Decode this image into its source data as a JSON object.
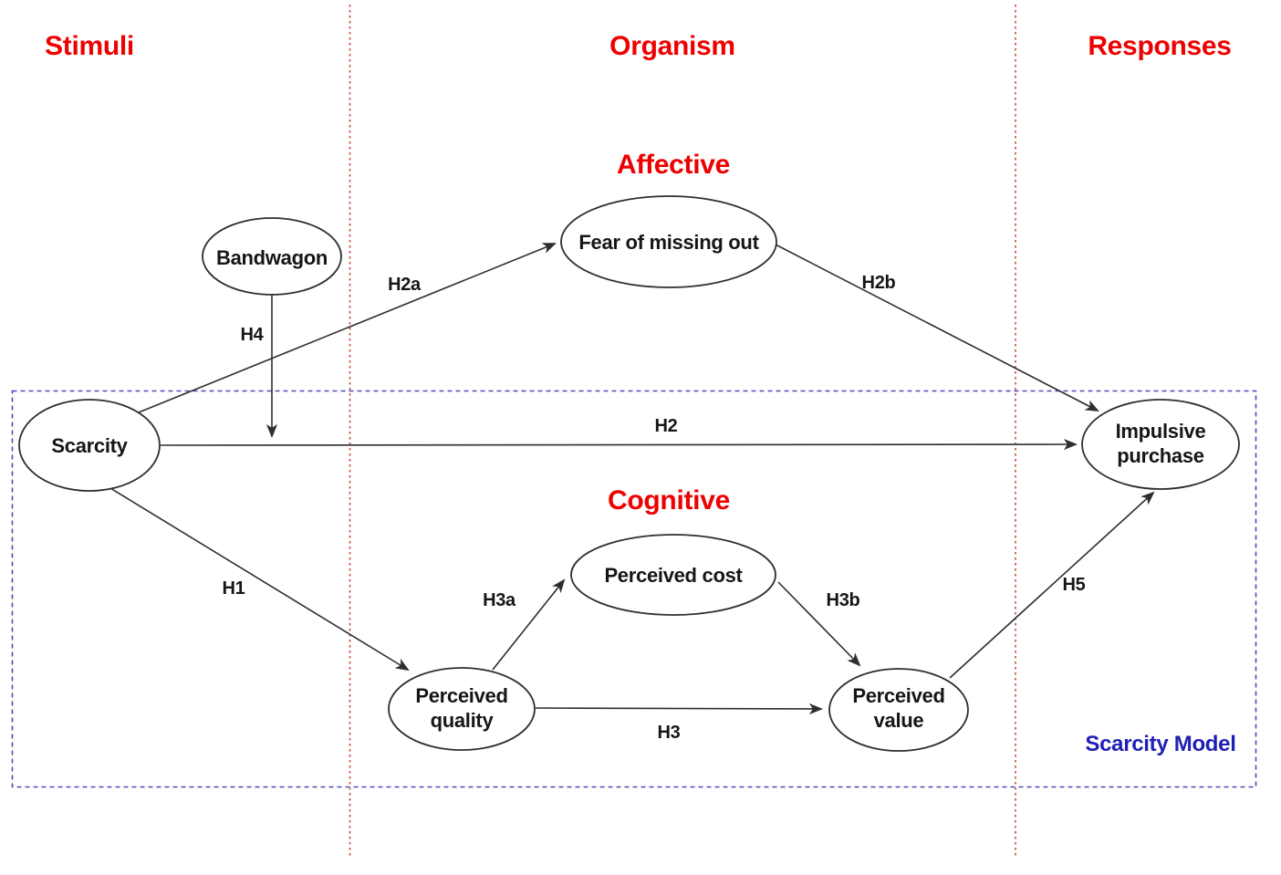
{
  "diagram_title": "Scarcity Model",
  "framework": {
    "columns": {
      "stimuli": "Stimuli",
      "organism": "Organism",
      "responses": "Responses"
    },
    "organism_sections": {
      "affective": "Affective",
      "cognitive": "Cognitive"
    }
  },
  "nodes": {
    "bandwagon": {
      "label": "Bandwagon"
    },
    "fomo": {
      "label": "Fear of missing out"
    },
    "scarcity": {
      "label": "Scarcity"
    },
    "impulsive": {
      "line1": "Impulsive",
      "line2": "purchase"
    },
    "cost": {
      "label": "Perceived cost"
    },
    "quality": {
      "line1": "Perceived",
      "line2": "quality"
    },
    "value": {
      "line1": "Perceived",
      "line2": "value"
    }
  },
  "hypotheses": {
    "h1": "H1",
    "h2": "H2",
    "h2a": "H2a",
    "h2b": "H2b",
    "h3": "H3",
    "h3a": "H3a",
    "h3b": "H3b",
    "h4": "H4",
    "h5": "H5"
  },
  "edges": [
    {
      "id": "H2a",
      "from": "Scarcity",
      "to": "Fear of missing out"
    },
    {
      "id": "H2b",
      "from": "Fear of missing out",
      "to": "Impulsive purchase"
    },
    {
      "id": "H2",
      "from": "Scarcity",
      "to": "Impulsive purchase"
    },
    {
      "id": "H4",
      "from": "Bandwagon",
      "to": "Scarcity → Impulsive purchase (H2 path)"
    },
    {
      "id": "H1",
      "from": "Scarcity",
      "to": "Perceived quality"
    },
    {
      "id": "H3a",
      "from": "Perceived quality",
      "to": "Perceived cost"
    },
    {
      "id": "H3b",
      "from": "Perceived cost",
      "to": "Perceived value"
    },
    {
      "id": "H3",
      "from": "Perceived quality",
      "to": "Perceived value"
    },
    {
      "id": "H5",
      "from": "Perceived value",
      "to": "Impulsive purchase"
    }
  ],
  "annotations": {
    "model_label": "Scarcity Model"
  },
  "colors": {
    "heading_red": "#ee0000",
    "divider_red": "#bf4a40",
    "model_box_blue": "#4a4ac0",
    "model_label_blue": "#1f1fb5",
    "node_stroke": "#2e2e2e",
    "label_black": "#161616",
    "background": "#ffffff"
  }
}
